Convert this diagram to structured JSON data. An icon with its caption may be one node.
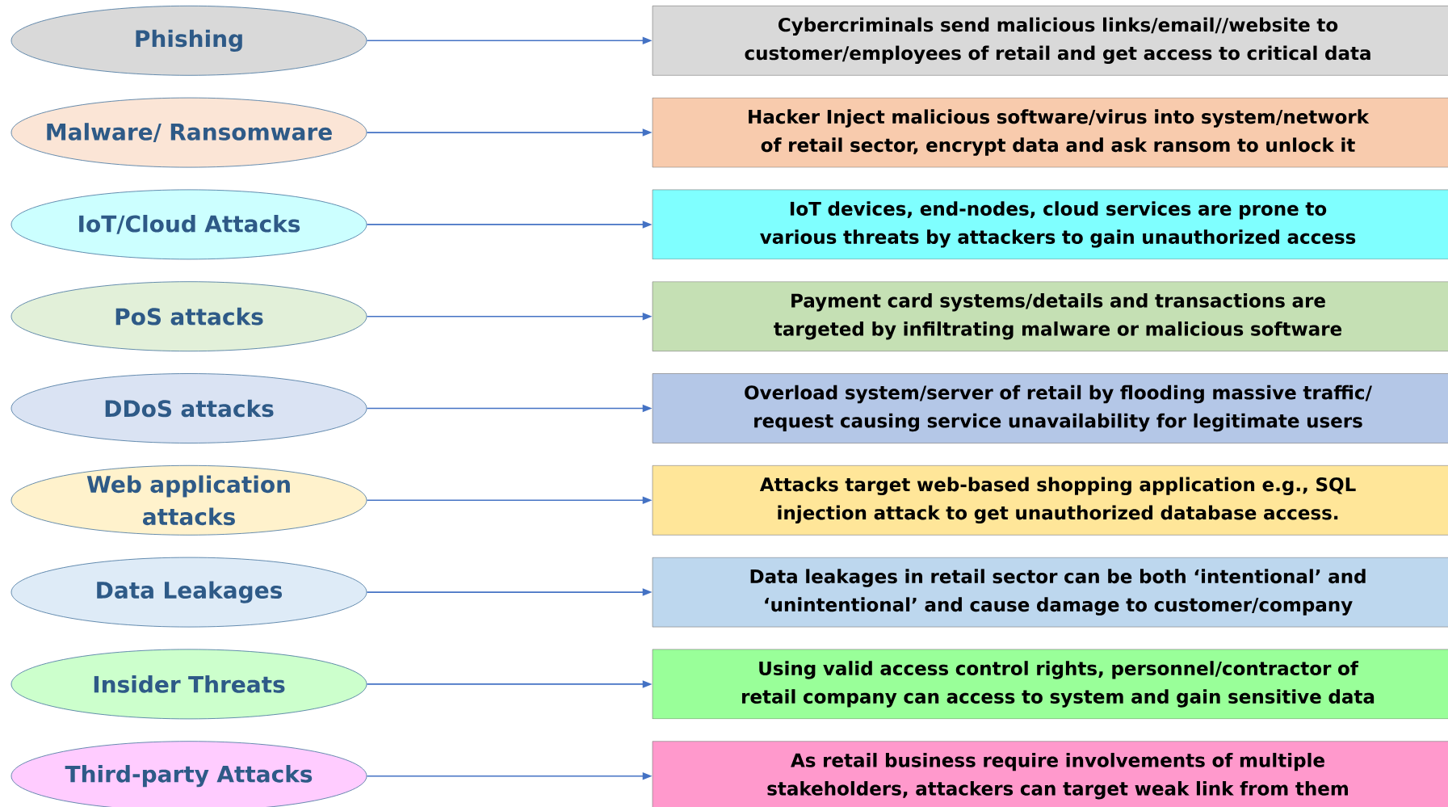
{
  "diagram": {
    "nodes": [
      {
        "text": [
          "Phishing"
        ]
      },
      {
        "text": [
          "Cybercriminals send malicious links/email//website to customer/employees of retail and get access to critical data"
        ]
      },
      {
        "text": [
          "Malware/ Ransomware"
        ]
      },
      {
        "text": [
          "Hacker Inject malicious software/virus into system/network of retail sector, encrypt data and ask ransom to unlock it"
        ]
      },
      {
        "text": [
          "IoT/Cloud Attacks"
        ]
      },
      {
        "text": [
          "IoT devices, end-nodes, cloud services are prone to various threats by attackers to gain unauthorized access"
        ]
      },
      {
        "text": [
          "PoS attacks"
        ]
      },
      {
        "text": [
          "Payment card systems/details and transactions are targeted by infiltrating malware or malicious software"
        ]
      },
      {
        "text": [
          "DDoS attacks"
        ]
      },
      {
        "text": [
          "Overload system/server of retail by flooding massive traffic/ request causing service unavailability for legitimate users"
        ]
      },
      {
        "text": [
          "Web application attacks"
        ]
      },
      {
        "text": [
          "Attacks target web-based shopping application e.g., SQL injection attack to get unauthorized database access."
        ]
      },
      {
        "text": [
          "Data Leakages"
        ]
      },
      {
        "text": [
          "Data leakages in retail sector can be both ‘intentional’ and ‘unintentional’ and cause damage to customer/company"
        ]
      },
      {
        "text": [
          "Insider Threats"
        ]
      },
      {
        "text": [
          "Using valid access control rights, personnel/contractor of retail company can access to system and gain sensitive data"
        ]
      },
      {
        "text": [
          "Third-party Attacks"
        ]
      },
      {
        "text": [
          "As retail business require involvements of multiple stakeholders, attackers can target weak link from them"
        ]
      }
    ],
    "edges": [
      {
        "from": 0,
        "to": 1,
        "arrow": "to"
      },
      {
        "from": 2,
        "to": 3,
        "arrow": "to"
      },
      {
        "from": 4,
        "to": 5,
        "arrow": "to"
      },
      {
        "from": 6,
        "to": 7,
        "arrow": "to"
      },
      {
        "from": 8,
        "to": 9,
        "arrow": "to"
      },
      {
        "from": 10,
        "to": 11,
        "arrow": "to"
      },
      {
        "from": 12,
        "to": 13,
        "arrow": "to"
      },
      {
        "from": 14,
        "to": 15,
        "arrow": "to"
      },
      {
        "from": 16,
        "to": 17,
        "arrow": "to"
      }
    ]
  }
}
